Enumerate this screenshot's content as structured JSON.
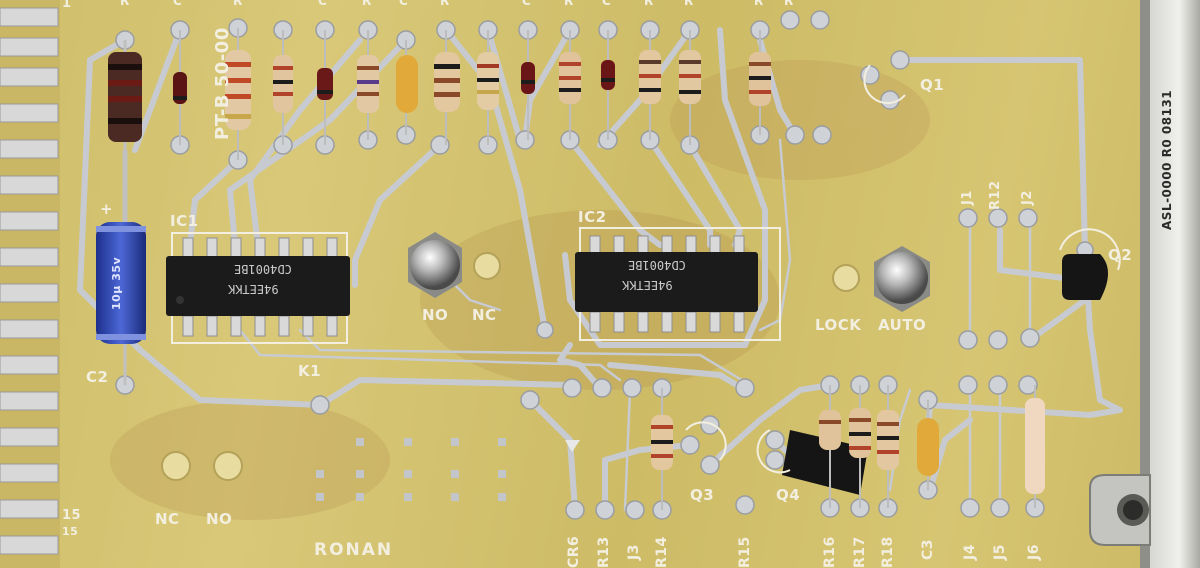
{
  "board": {
    "colors": {
      "substrate": "#d2c170",
      "trace": "#c8ccd2",
      "silkscreen": "#f3efe0",
      "ic_body": "#1b1b1b",
      "mounting_hardware": "#b9b9b6"
    },
    "part_number_text": "PT-B 50-00",
    "manufacturer": "RONAN",
    "right_edge_label": "ASL-0000 R0 08131",
    "connector_pin_numbers": [
      "1",
      "15",
      "15"
    ],
    "ic_labels": [
      "IC1",
      "IC2"
    ],
    "ic_markings": [
      "CD4001BE",
      "94EETKK"
    ],
    "relay_label": "K1",
    "top_designators": [
      "R",
      "C",
      "R",
      "C",
      "R",
      "C",
      "R",
      "C",
      "R",
      "C",
      "R",
      "R",
      "R",
      "R"
    ],
    "component_labels": {
      "q1": "Q1",
      "q2": "Q2",
      "q3": "Q3",
      "q4": "Q4",
      "j1": "J1",
      "r12": "R12",
      "j2": "J2",
      "c2": "C2",
      "plus": "+"
    },
    "bottom_labels": [
      "CR6",
      "R13",
      "J3",
      "R14",
      "R15",
      "R16",
      "R17",
      "R18",
      "C3",
      "J4",
      "J5",
      "J6"
    ],
    "terminal_labels": {
      "no_top": "NO",
      "nc_top": "NC",
      "lock": "LOCK",
      "auto": "AUTO",
      "nc_bottom": "NC",
      "no_bottom": "NO"
    },
    "capacitor_c2_marking": "10µ 35v"
  }
}
